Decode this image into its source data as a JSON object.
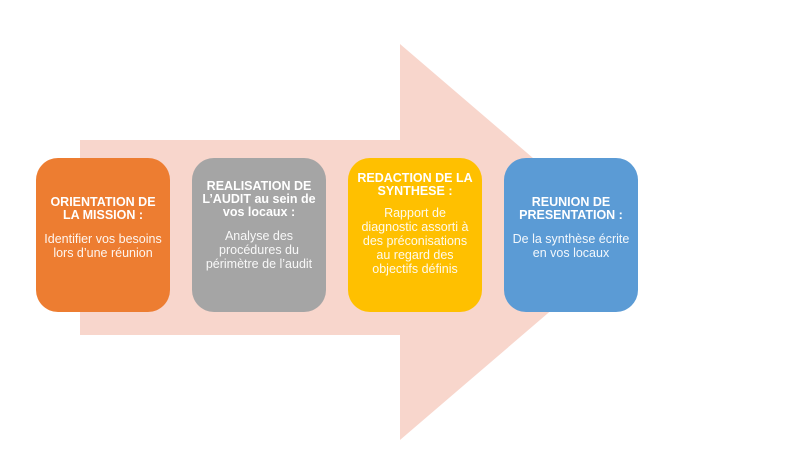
{
  "colors": {
    "arrow": "#F8D6CC",
    "step_1": "#ED7D31",
    "step_2": "#A5A5A5",
    "step_3": "#FFC000",
    "step_4": "#5B9BD5"
  },
  "steps": [
    {
      "title": "ORIENTATION DE LA MISSION :",
      "description": "Identifier vos besoins lors d’une réunion"
    },
    {
      "title": "REALISATION DE L’AUDIT au sein de vos locaux :",
      "description": "Analyse des procédures du périmètre de l’audit"
    },
    {
      "title": "REDACTION DE LA SYNTHESE :",
      "description": "Rapport de diagnostic assorti à des préconisations au regard des objectifs définis"
    },
    {
      "title": "REUNION DE PRESENTATION :",
      "description": "De la synthèse écrite en vos locaux"
    }
  ]
}
